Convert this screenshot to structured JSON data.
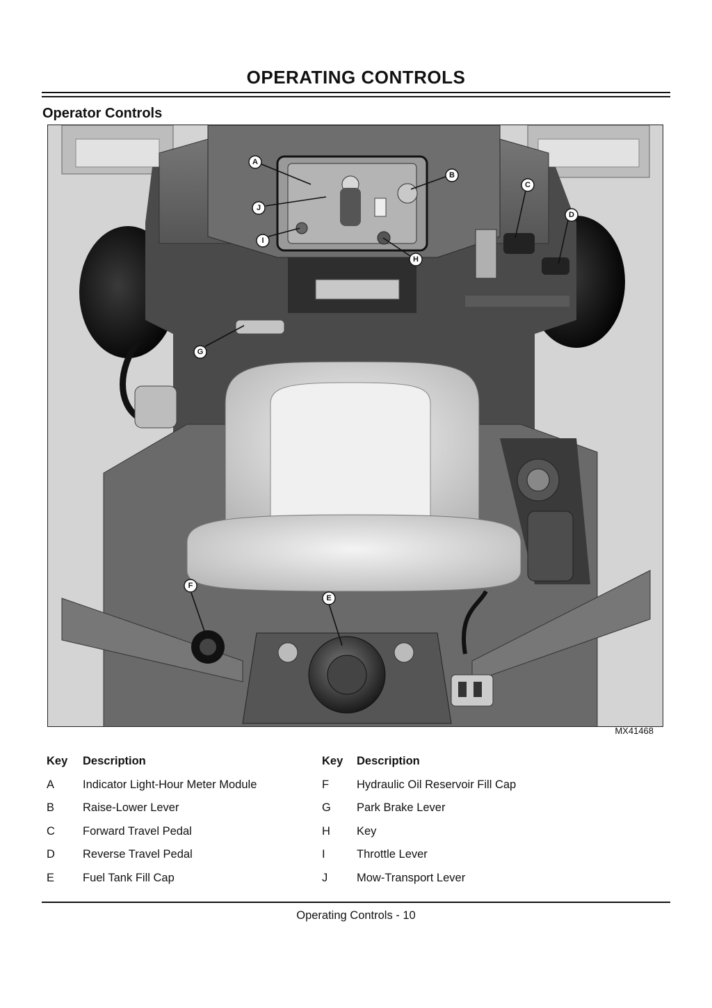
{
  "page": {
    "title": "OPERATING CONTROLS",
    "section": "Operator Controls",
    "figure_code": "MX41468",
    "footer": "Operating Controls - 10"
  },
  "figure": {
    "callouts": [
      "A",
      "B",
      "C",
      "D",
      "E",
      "F",
      "G",
      "H",
      "I",
      "J"
    ]
  },
  "key_table": {
    "headers": {
      "key": "Key",
      "description": "Description"
    },
    "rows": [
      {
        "left_key": "A",
        "left_desc": "Indicator Light-Hour Meter Module",
        "right_key": "F",
        "right_desc": "Hydraulic Oil Reservoir Fill Cap"
      },
      {
        "left_key": "B",
        "left_desc": "Raise-Lower Lever",
        "right_key": "G",
        "right_desc": "Park Brake Lever"
      },
      {
        "left_key": "C",
        "left_desc": "Forward Travel Pedal",
        "right_key": "H",
        "right_desc": "Key"
      },
      {
        "left_key": "D",
        "left_desc": "Reverse Travel Pedal",
        "right_key": "I",
        "right_desc": "Throttle Lever"
      },
      {
        "left_key": "E",
        "left_desc": "Fuel Tank Fill Cap",
        "right_key": "J",
        "right_desc": "Mow-Transport Lever"
      }
    ]
  }
}
